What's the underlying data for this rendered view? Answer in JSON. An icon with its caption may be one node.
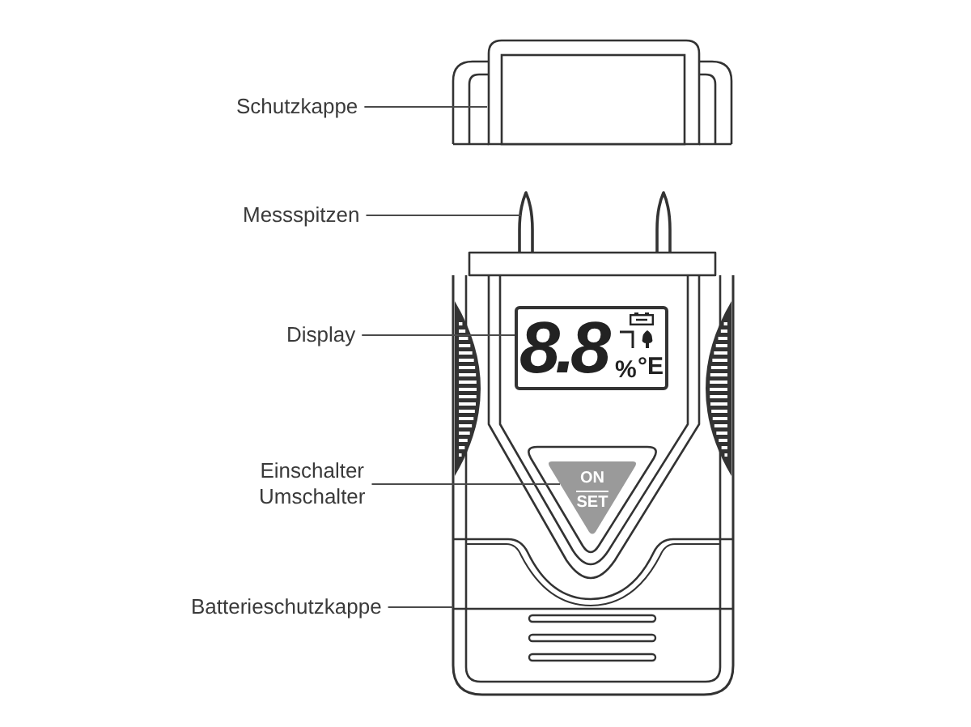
{
  "diagram": {
    "nodes": [
      {
        "text": [
          "Schutzkappe"
        ]
      },
      {
        "text": [
          "Messspitzen"
        ]
      },
      {
        "text": [
          "Display"
        ]
      },
      {
        "text": [
          "Einschalter Umschalter"
        ]
      },
      {
        "text": [
          "Batterieschutzkappe"
        ]
      },
      {
        "text": [],
        "shape": "box"
      },
      {
        "text": [
          "8.8",
          "%",
          "°E"
        ]
      },
      {
        "text": [
          "ON",
          "SET"
        ]
      }
    ],
    "edges": [
      {
        "from": 0,
        "to": 5,
        "arrow": "none"
      },
      {
        "from": 1,
        "to": null,
        "arrow": "none"
      },
      {
        "from": 2,
        "to": 6,
        "arrow": "none"
      },
      {
        "from": 3,
        "to": 7,
        "arrow": "none"
      },
      {
        "from": 4,
        "to": null,
        "arrow": "none"
      }
    ]
  }
}
